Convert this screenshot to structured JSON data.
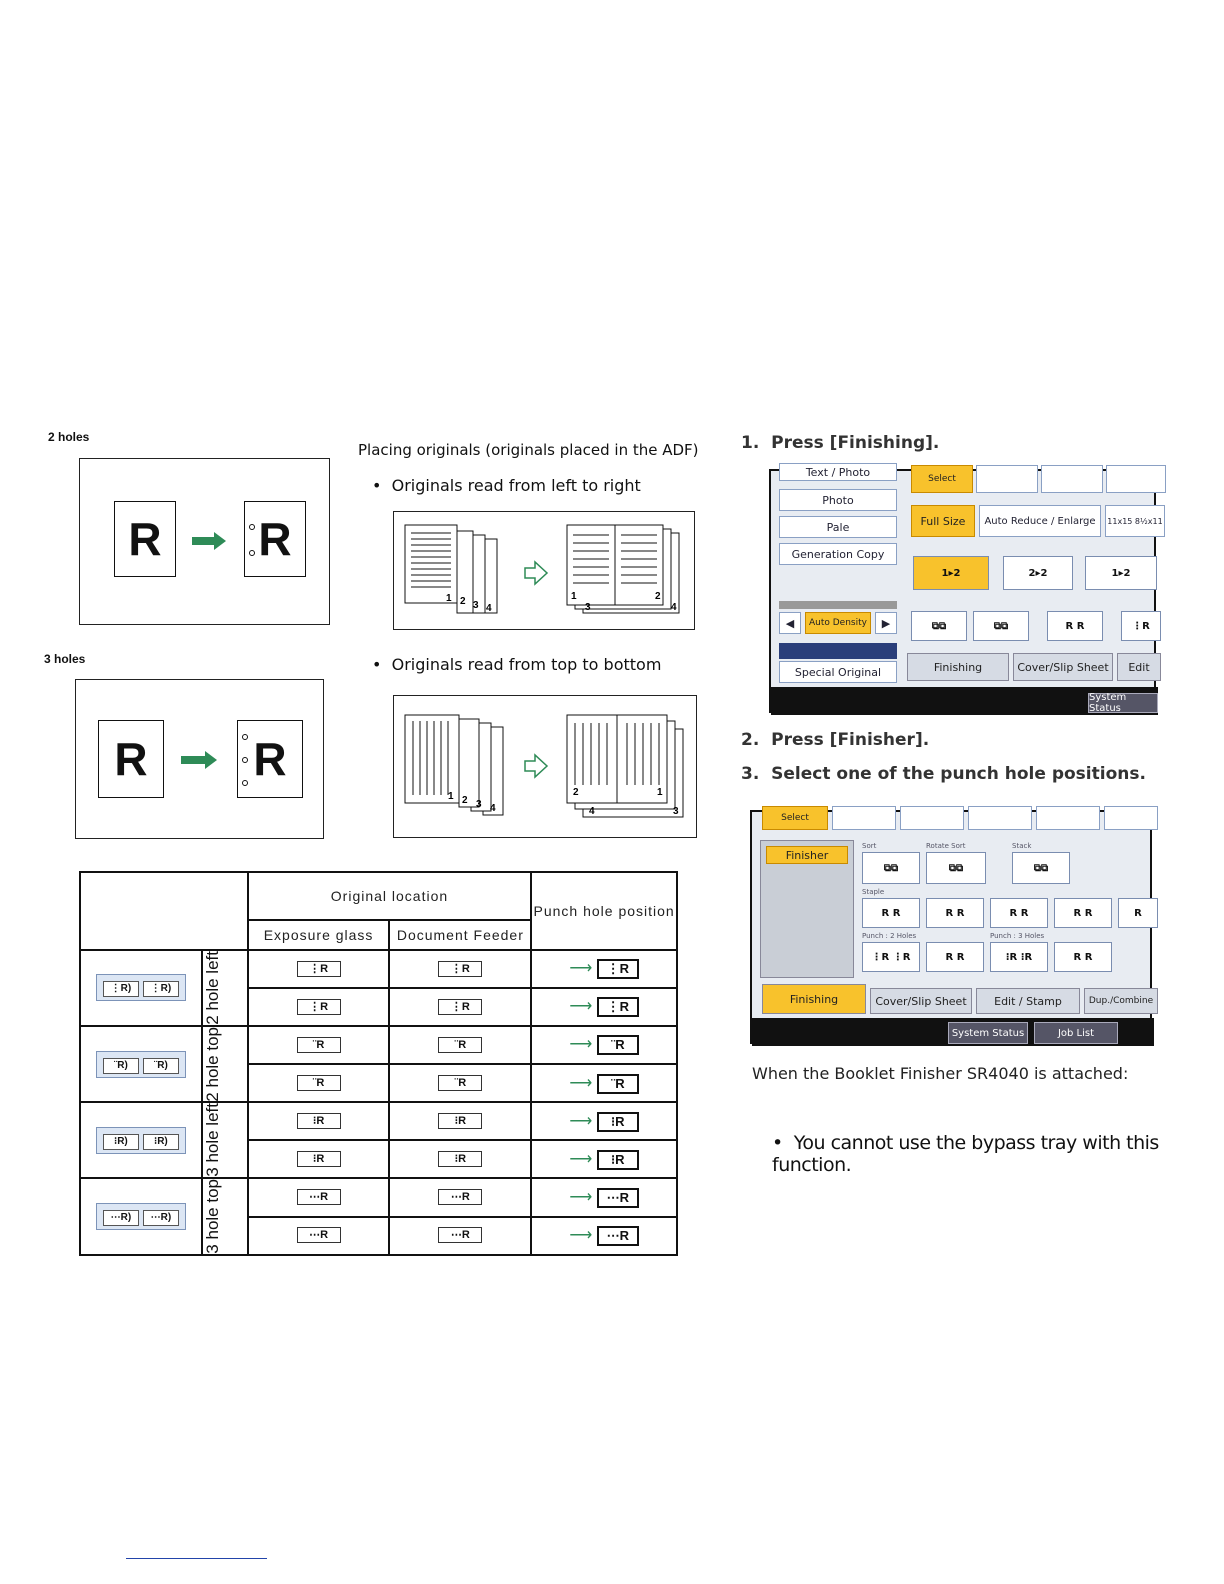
{
  "left": {
    "two_holes_label": "2 holes",
    "three_holes_label": "3 holes",
    "sheet_letter": "R"
  },
  "middle": {
    "placing_title": "Placing originals (originals placed in the ADF)",
    "bullet1": "Originals read from left to right",
    "bullet2": "Originals read from top to bottom"
  },
  "table": {
    "header_original_location": "Original location",
    "header_exposure": "Exposure glass",
    "header_feeder": "Document Feeder",
    "header_punch": "Punch hole position",
    "rows": [
      {
        "label": "2 hole left"
      },
      {
        "label": "2 hole top"
      },
      {
        "label": "3 hole left"
      },
      {
        "label": "3 hole top"
      }
    ]
  },
  "steps": {
    "step1_num": "1.",
    "step1_text": "Press [Finishing].",
    "step2_num": "2.",
    "step2_text": "Press [Finisher].",
    "step3_num": "3.",
    "step3_text": "Select one of the punch hole positions.",
    "booklet_note": "When the Booklet Finisher SR4040 is attached:",
    "bypass_bullet": "You cannot use the bypass tray with this function."
  },
  "panel1": {
    "photo": "Photo",
    "pale": "Pale",
    "generation_copy": "Generation Copy",
    "auto_density": "Auto Density",
    "special_original": "Special Original",
    "full_size": "Full Size",
    "auto_reduce": "Auto Reduce / Enlarge",
    "paper_size": "11x15 8½x11",
    "finishing": "Finishing",
    "cover_slip": "Cover/Slip Sheet",
    "edit": "Edit",
    "system_status": "System Status",
    "text_photo": "Text / Photo",
    "select": "Select"
  },
  "panel2": {
    "select": "Select",
    "finisher": "Finisher",
    "sort": "Sort",
    "rotate_sort": "Rotate Sort",
    "stack": "Stack",
    "staple": "Staple",
    "punch2": "Punch : 2 Holes",
    "punch3": "Punch : 3 Holes",
    "finishing": "Finishing",
    "cover_slip": "Cover/Slip Sheet",
    "edit_stamp": "Edit / Stamp",
    "dup_combine": "Dup./Combine",
    "system_status": "System Status",
    "job_list": "Job List"
  }
}
